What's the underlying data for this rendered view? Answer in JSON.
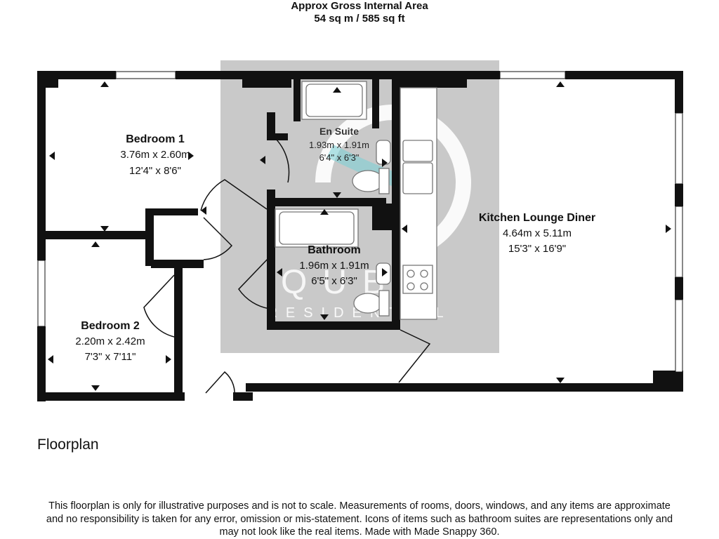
{
  "header": {
    "title": "Approx Gross Internal Area",
    "area": "54 sq m / 585 sq ft"
  },
  "rooms": {
    "bedroom1": {
      "name": "Bedroom 1",
      "metric": "3.76m x 2.60m",
      "imperial": "12'4\" x 8'6\""
    },
    "bedroom2": {
      "name": "Bedroom 2",
      "metric": "2.20m x 2.42m",
      "imperial": "7'3\" x 7'11\""
    },
    "ensuite": {
      "name": "En Suite",
      "metric": "1.93m x 1.91m",
      "imperial": "6'4\" x 6'3\""
    },
    "bathroom": {
      "name": "Bathroom",
      "metric": "1.96m x 1.91m",
      "imperial": "6'5\" x 6'3\""
    },
    "kitchen": {
      "name": "Kitchen Lounge Diner",
      "metric": "4.64m x 5.11m",
      "imperial": "15'3\" x 16'9\""
    }
  },
  "watermark": {
    "logo": "QUBE",
    "tagline": "RESIDENTIAL"
  },
  "caption": "Floorplan",
  "disclaimer": [
    "This floorplan is only for illustrative purposes and is not to scale. Measurements of rooms, doors, windows, and any items are approximate",
    "and no responsibility is taken for any error, omission or mis-statement. Icons of items such as bathroom suites are representations only and",
    "may not look like the real items. Made with Made Snappy 360."
  ],
  "colors": {
    "wall": "#111111",
    "watermark": "#c8c8c8",
    "accent": "#7fd0d6"
  }
}
